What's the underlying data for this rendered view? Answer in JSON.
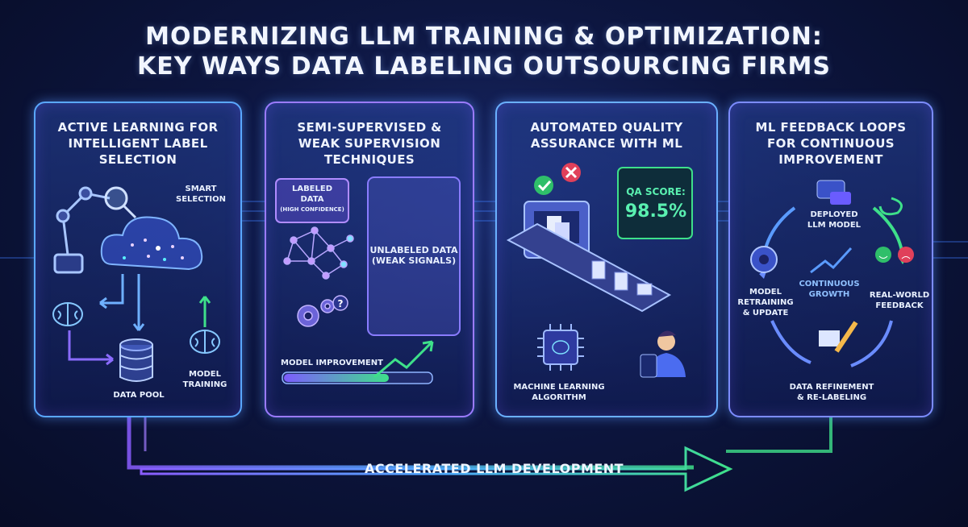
{
  "title": {
    "line1": "MODERNIZING LLM TRAINING & OPTIMIZATION:",
    "line2": "KEY WAYS DATA LABELING OUTSOURCING FIRMS"
  },
  "panels": [
    {
      "title": [
        "ACTIVE LEARNING FOR",
        "INTELLIGENT LABEL",
        "SELECTION"
      ],
      "labels": {
        "smart": [
          "SMART",
          "SELECTION"
        ],
        "pool": "DATA POOL",
        "training": [
          "MODEL",
          "TRAINING"
        ]
      }
    },
    {
      "title": [
        "SEMI-SUPERVISED &",
        "WEAK SUPERVISION",
        "TECHNIQUES"
      ],
      "labels": {
        "labeled": [
          "LABELED",
          "DATA",
          "(HIGH CONFIDENCE)"
        ],
        "unlabeled": [
          "UNLABELED DATA",
          "(WEAK SIGNALS)"
        ],
        "improvement": "MODEL IMPROVEMENT"
      }
    },
    {
      "title": [
        "AUTOMATED QUALITY",
        "ASSURANCE WITH ML"
      ],
      "labels": {
        "qa_label": "QA SCORE:",
        "qa_value": "98.5%",
        "algo": [
          "MACHINE LEARNING",
          "ALGORITHM"
        ]
      }
    },
    {
      "title": [
        "ML FEEDBACK LOOPS",
        "FOR CONTINUOUS",
        "IMPROVEMENT"
      ],
      "labels": {
        "deployed": [
          "DEPLOYED",
          "LLM MODEL"
        ],
        "growth": [
          "CONTINUOUS",
          "GROWTH"
        ],
        "feedback": [
          "REAL-WORLD",
          "FEEDBACK"
        ],
        "retrain": [
          "MODEL",
          "RETRAINING",
          "& UPDATE"
        ],
        "refine": [
          "DATA REFINEMENT",
          "& RE-LABELING"
        ]
      }
    }
  ],
  "footer": {
    "arrow_label": "ACCELERATED LLM DEVELOPMENT"
  },
  "colors": {
    "accent_blue": "#4f9dff",
    "accent_purple": "#9b7bff",
    "accent_green": "#3ee08a",
    "background": "#0d1640"
  }
}
